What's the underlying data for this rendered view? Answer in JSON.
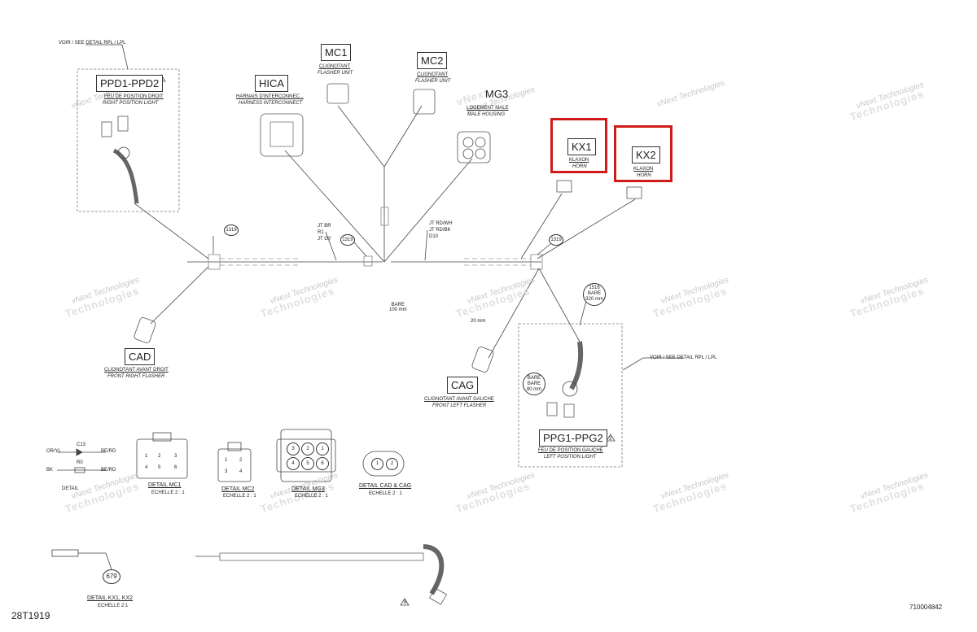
{
  "drawing": {
    "top_note": "VOIR / SEE DETAIL RPL / LPL",
    "right_note": "VOIR / SEE DETAIL RPL / LPL",
    "figure_id": "28T1919",
    "part_number": "710004842",
    "bare_note": [
      "BARE",
      "100 mm"
    ],
    "note_20mm": "20 mm",
    "watermark": [
      "vNext Technologies",
      "vNext",
      "Technologies"
    ]
  },
  "connectors": {
    "ppd": {
      "code": "PPD1-PPD2",
      "fr": "FEU DE POSITION DROIT",
      "en": "RIGHT POSITION LIGHT",
      "rev": "6"
    },
    "hica": {
      "code": "HICA",
      "fr": "HARNAIS D'INTERCONNEC...",
      "en": "HARNESS INTERCONNECT"
    },
    "mc1": {
      "code": "MC1",
      "fr": "CLIGNOTANT",
      "en": "FLASHER UNIT"
    },
    "mc2": {
      "code": "MC2",
      "fr": "CLIGNOTANT",
      "en": "FLASHER UNIT"
    },
    "mg3": {
      "code": "MG3",
      "fr": "LOGEMENT MALE",
      "en": "MALE HOUSING"
    },
    "kx1": {
      "code": "KX1",
      "fr": "KLAXON",
      "en": "HORN"
    },
    "kx2": {
      "code": "KX2",
      "fr": "KLAXON",
      "en": "HORN"
    },
    "cad": {
      "code": "CAD",
      "fr": "CLIGNOTANT AVANT DROIT",
      "en": "FRONT RIGHT FLASHER"
    },
    "cag": {
      "code": "CAG",
      "fr": "CLIGNOTANT AVANT GAUCHE",
      "en": "FRONT LEFT FLASHER"
    },
    "ppg": {
      "code": "PPG1-PPG2",
      "fr": "FEU DE POSITION GAUCHE",
      "en": "LEFT POSITION LIGHT",
      "rev": "3"
    }
  },
  "wire_labels": {
    "left": [
      "JT BR",
      "R1",
      "JT GY"
    ],
    "right": [
      "JT RD/WH",
      "JT RD/BK",
      "D10"
    ]
  },
  "callouts": {
    "c1319a": "1319",
    "c1319b": "1319",
    "c1319c": "1319",
    "c1516": [
      "1516",
      "BARE",
      "320 mm"
    ],
    "bare80": [
      "BARE",
      "BARE",
      "80 mm"
    ],
    "c679": "679",
    "rev_bottom": "8"
  },
  "details": {
    "mc1": {
      "title": "DETAIL MC1",
      "scale": "ECHELLE 2 : 1"
    },
    "mc2": {
      "title": "DETAIL MC2",
      "scale": "ECHELLE 2 : 1"
    },
    "mg3": {
      "title": "DETAIL MG3",
      "scale": "ECHELLE 2 : 1"
    },
    "cad_cag": {
      "title": "DETAIL CAD & CAG",
      "scale": "ECHELLE 2 : 1"
    },
    "kx": {
      "title": "DETAIL KX1, KX2",
      "scale": "ECHELLE 2:1"
    },
    "diode": {
      "title": "DETAIL",
      "rows": [
        "C13",
        "BE/RD",
        "R0",
        "BE/RD"
      ],
      "left": [
        "OR/YL",
        "BK"
      ]
    },
    "mc1_pins": [
      "1",
      "2",
      "3",
      "4",
      "5",
      "6"
    ],
    "mc2_pins": [
      "1",
      "2",
      "3",
      "4"
    ],
    "mg3_pins": [
      "1",
      "2",
      "3",
      "4",
      "5",
      "6"
    ],
    "cad_pins": [
      "1",
      "2"
    ]
  }
}
